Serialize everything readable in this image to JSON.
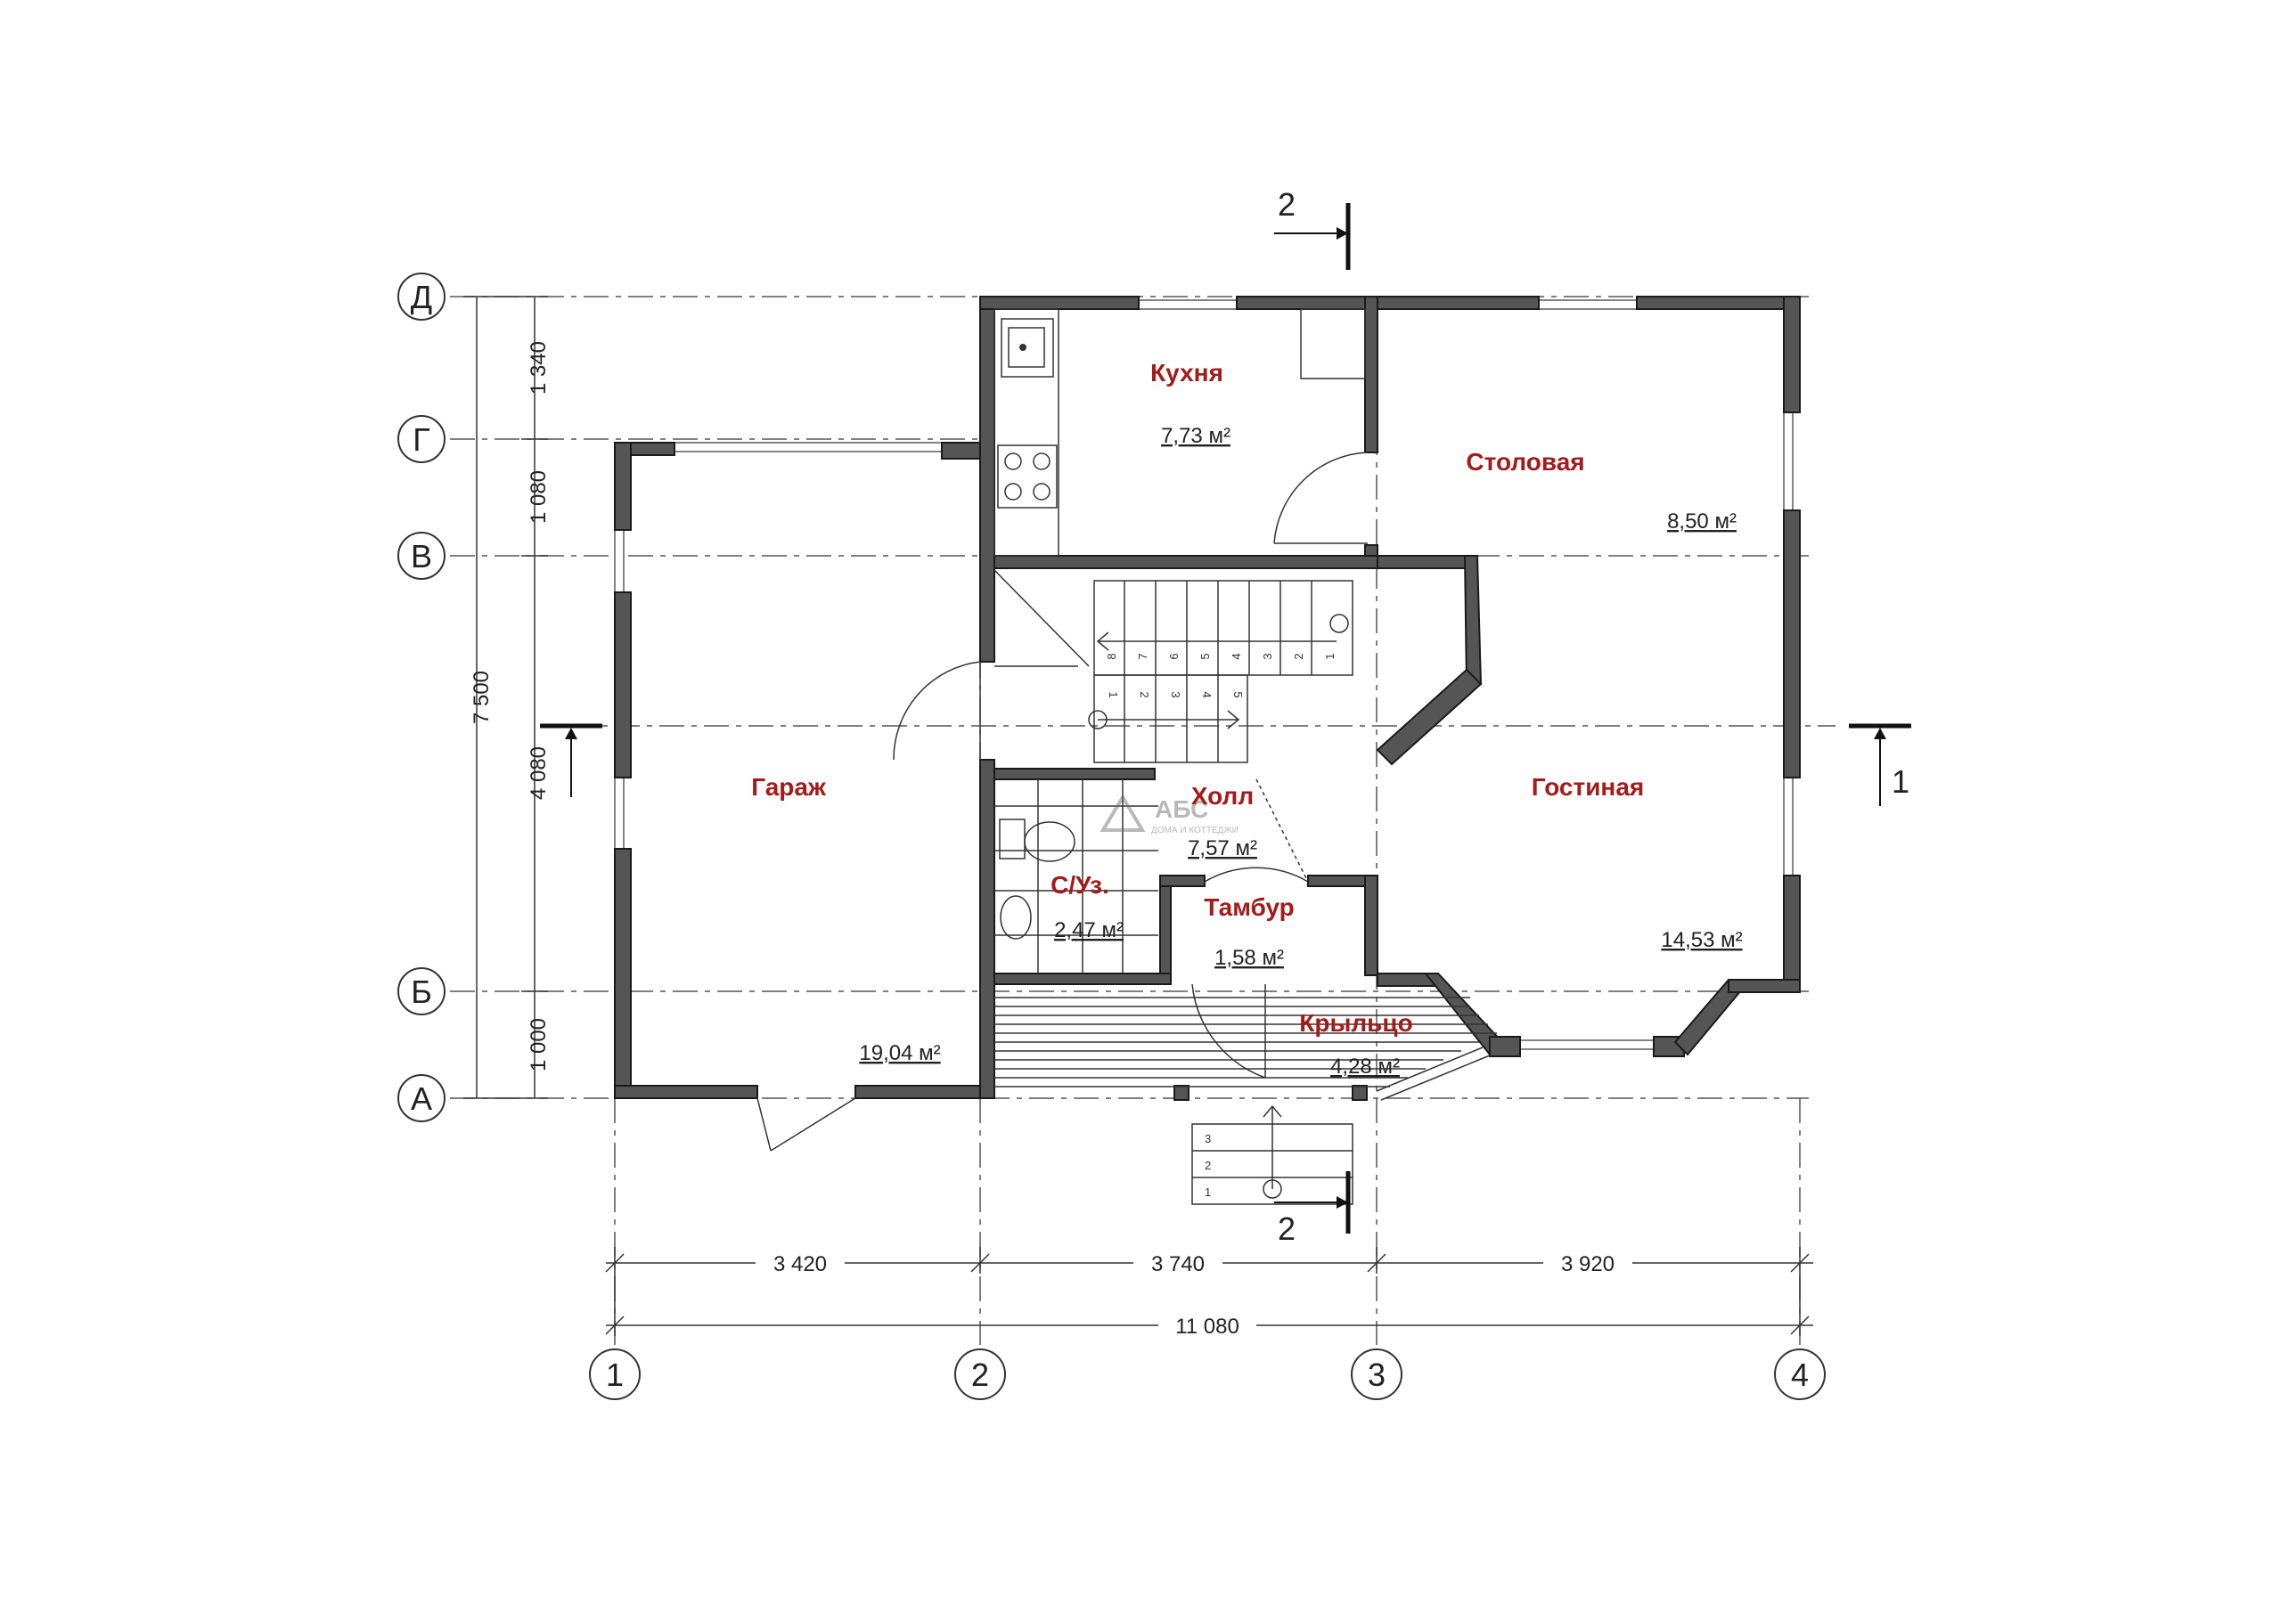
{
  "rooms": {
    "kitchen": {
      "label": "Кухня",
      "area": "7,73 м²"
    },
    "dining": {
      "label": "Столовая",
      "area": "8,50 м²"
    },
    "garage": {
      "label": "Гараж",
      "area": "19,04 м²"
    },
    "hall": {
      "label": "Холл",
      "area": "7,57 м²"
    },
    "bathroom": {
      "label": "С/Уз.",
      "area": "2,47 м²"
    },
    "vestibule": {
      "label": "Тамбур",
      "area": "1,58 м²"
    },
    "living": {
      "label": "Гостиная",
      "area": "14,53 м²"
    },
    "porch": {
      "label": "Крыльцо",
      "area": "4,28 м²"
    }
  },
  "axes": {
    "rows": [
      "Д",
      "Г",
      "В",
      "Б",
      "А"
    ],
    "cols": [
      "1",
      "2",
      "3",
      "4"
    ]
  },
  "dimensions": {
    "left": [
      "1 340",
      "1 080",
      "4 080",
      "1 000"
    ],
    "left_total": "7 500",
    "bottom": [
      "3 420",
      "3 740",
      "3 920"
    ],
    "bottom_total": "11 080"
  },
  "sections": {
    "top": "2",
    "bottom": "2",
    "right": "1"
  },
  "stairs": {
    "upper_steps": [
      "8",
      "7",
      "6",
      "5",
      "4",
      "3",
      "2",
      "1"
    ],
    "lower_steps": [
      "1",
      "2",
      "3",
      "4",
      "5"
    ],
    "porch_steps": [
      "3",
      "2",
      "1"
    ]
  },
  "logo": {
    "name": "АБС",
    "tagline": "ДОМА И КОТТЕДЖИ"
  }
}
